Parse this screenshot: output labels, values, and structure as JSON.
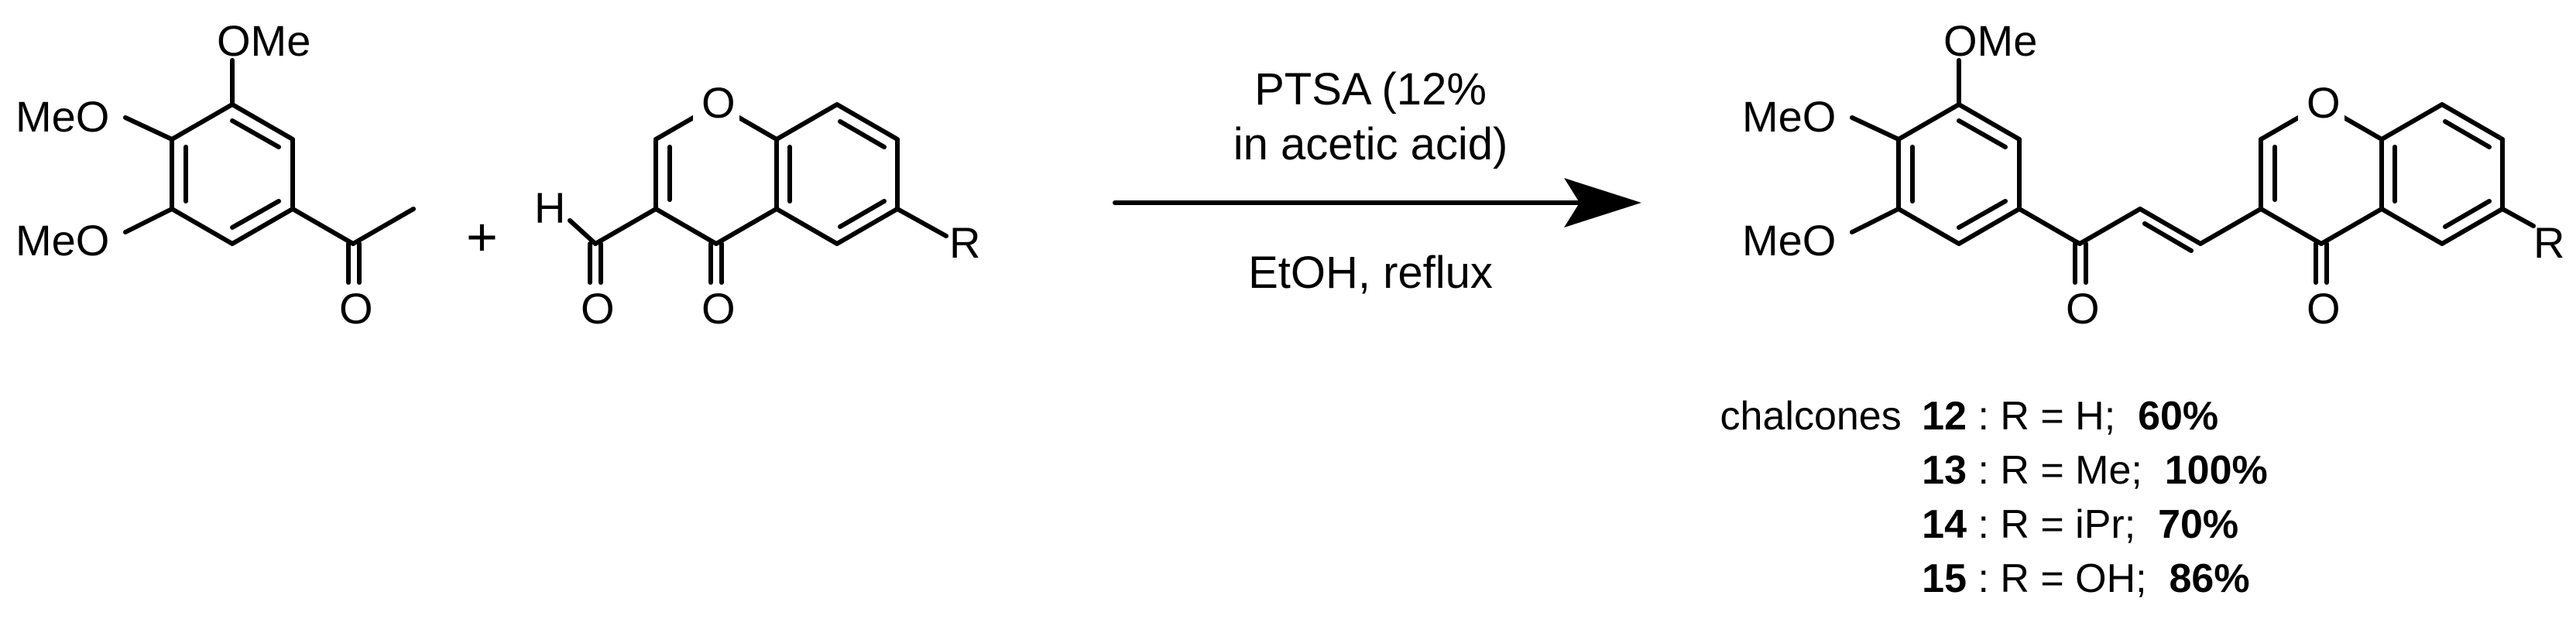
{
  "reactant1": {
    "substituents": {
      "ome_top": "OMe",
      "meo_mid": "MeO",
      "meo_bot": "MeO"
    },
    "carbonyl_o": "O"
  },
  "plus": "+",
  "reactant2": {
    "aldehyde_h": "H",
    "aldehyde_o": "O",
    "ketone_o": "O",
    "ring_o": "O",
    "r_group": "R"
  },
  "conditions": {
    "above_line1": "PTSA (12%",
    "above_line2": "in acetic acid)",
    "below": "EtOH, reflux"
  },
  "product": {
    "substituents": {
      "ome_top": "OMe",
      "meo_mid": "MeO",
      "meo_bot": "MeO"
    },
    "enone_o": "O",
    "ketone_o": "O",
    "ring_o": "O",
    "r_group": "R"
  },
  "table": {
    "prefix": "chalcones",
    "rows": [
      {
        "id": "12",
        "r": " : R = H; ",
        "yield": "60%"
      },
      {
        "id": "13",
        "r": " : R = Me; ",
        "yield": "100%"
      },
      {
        "id": "14",
        "r": " : R = iPr; ",
        "yield": "70%"
      },
      {
        "id": "15",
        "r": " : R = OH; ",
        "yield": "86%"
      }
    ]
  }
}
